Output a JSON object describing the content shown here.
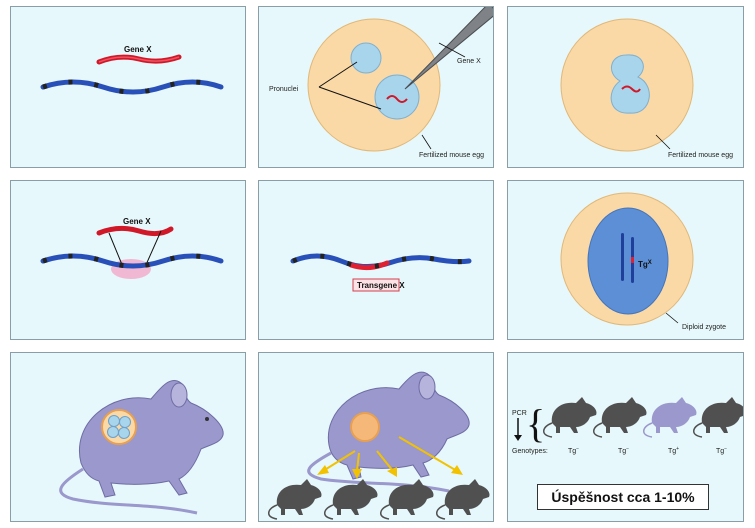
{
  "panel1": {
    "gene_label": "Gene X"
  },
  "panel2": {
    "pronuclei_label": "Pronuclei",
    "gene_label": "Gene X",
    "egg_label": "Fertilized mouse egg"
  },
  "panel3": {
    "egg_label": "Fertilized mouse egg"
  },
  "panel4": {
    "gene_label": "Gene X"
  },
  "panel5": {
    "transgene_label": "Transgene X"
  },
  "panel6": {
    "tg_label": "Tg",
    "tg_sup": "X",
    "zygote_label": "Diploid zygote"
  },
  "panel9": {
    "pcr_label": "PCR",
    "genotypes_label": "Genotypes:",
    "genotypes": [
      {
        "base": "Tg",
        "sign": "−"
      },
      {
        "base": "Tg",
        "sign": "−"
      },
      {
        "base": "Tg",
        "sign": "+"
      },
      {
        "base": "Tg",
        "sign": "−"
      }
    ],
    "success_text": "Úspěšnost cca 1-10%"
  },
  "colors": {
    "panel_bg": "#e6f8fb",
    "egg": "#fad9a6",
    "nucleus": "#a8d4ec",
    "dna_blue": "#3060c0",
    "gene_red": "#e02030",
    "mouse_purple": "#9a98cc",
    "mouse_dark": "#555555",
    "arrow_yellow": "#f2c200"
  }
}
